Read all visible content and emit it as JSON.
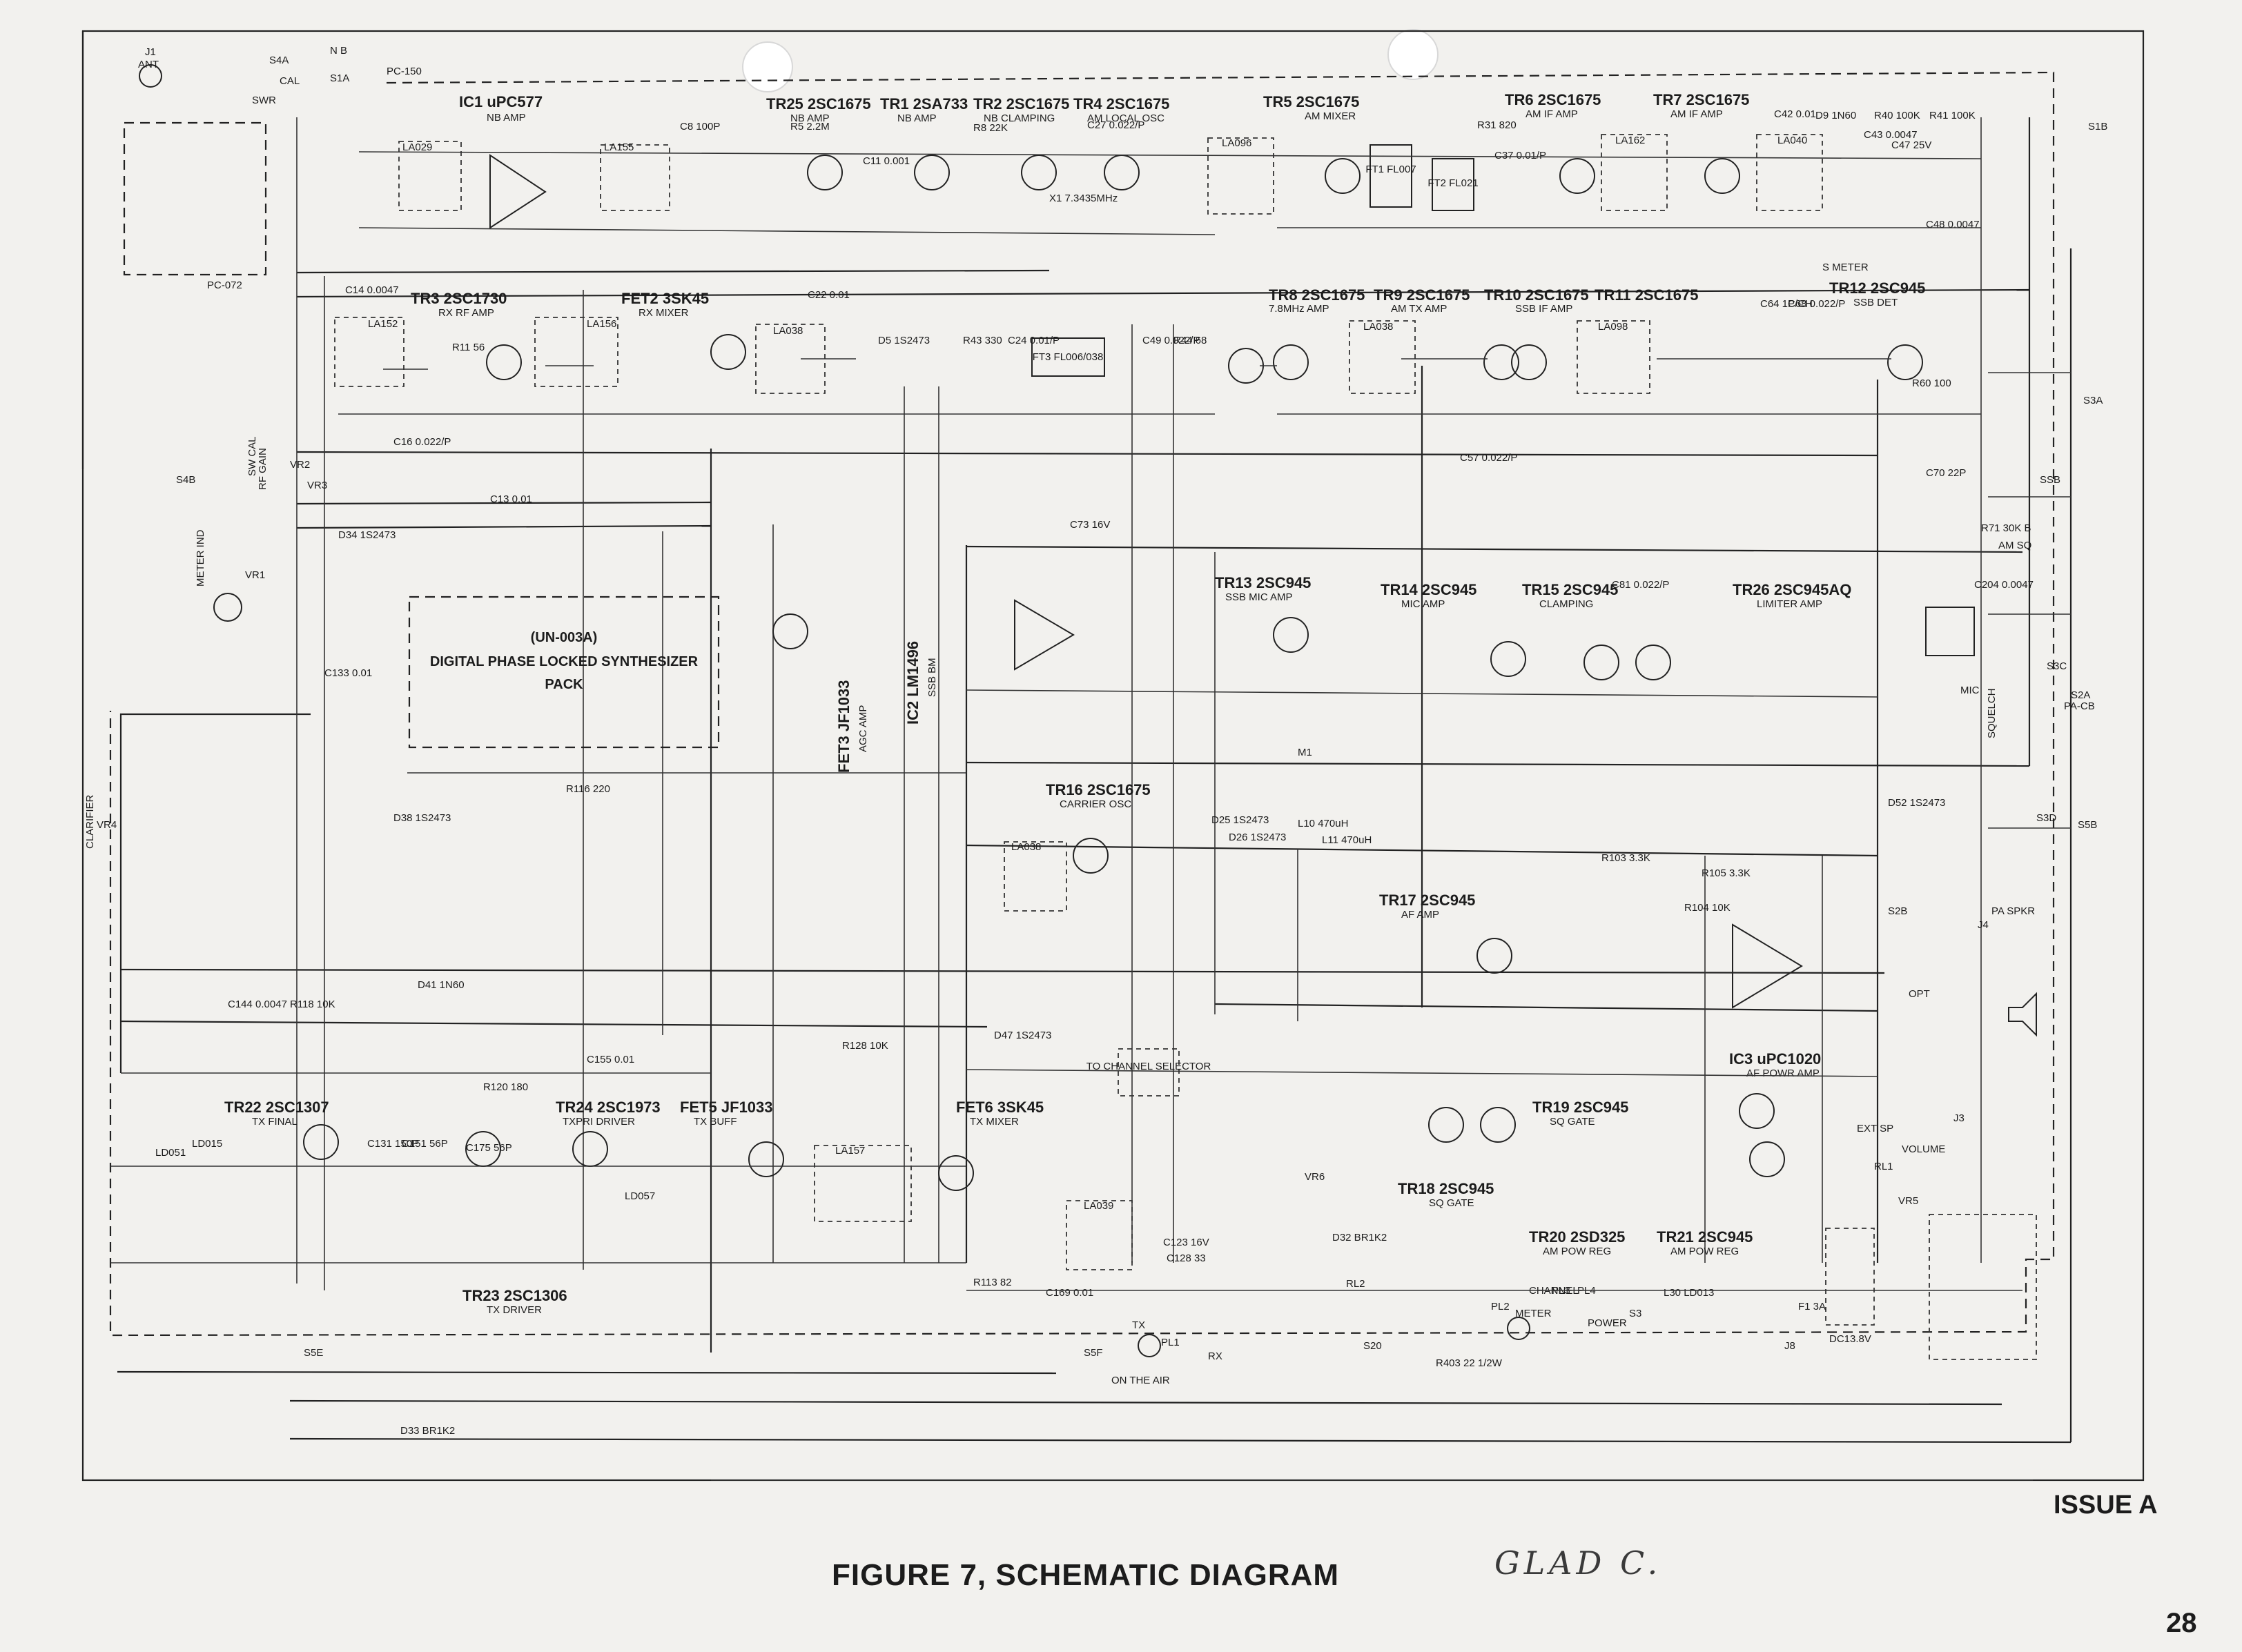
{
  "figure": {
    "caption": "FIGURE 7, SCHEMATIC DIAGRAM",
    "issue": "ISSUE A",
    "page_number": "28",
    "handwritten_note": "GLAD C."
  },
  "blocks": {
    "synth_title": "(UN-003A)",
    "synth_line1": "DIGITAL PHASE LOCKED SYNTHESIZER",
    "synth_line2": "PACK",
    "pc150": "PC-150",
    "pc072": "PC-072",
    "channel_selector": "TO CHANNEL SELECTOR",
    "on_the_air": "ON THE AIR",
    "s_meter": "S METER"
  },
  "stages": {
    "ic1": "IC1 uPC577",
    "ic1_fn": "NB AMP",
    "tr25": "TR25 2SC1675",
    "tr25_fn": "NB AMP",
    "tr1": "TR1 2SA733",
    "tr1_fn": "NB AMP",
    "tr2": "TR2 2SC1675",
    "tr2_fn": "NB CLAMPING",
    "tr4": "TR4 2SC1675",
    "tr4_fn": "AM LOCAL OSC",
    "tr5": "TR5 2SC1675",
    "tr5_fn": "AM MIXER",
    "tr6": "TR6 2SC1675",
    "tr6_fn": "AM IF AMP",
    "tr7": "TR7 2SC1675",
    "tr7_fn": "AM IF AMP",
    "tr3": "TR3 2SC1730",
    "tr3_fn": "RX RF AMP",
    "fet2": "FET2 3SK45",
    "fet2_fn": "RX MIXER",
    "tr8": "TR8 2SC1675",
    "tr8_fn": "7.8MHz AMP",
    "tr9": "TR9 2SC1675",
    "tr9_fn": "AM TX AMP",
    "tr10": "TR10 2SC1675",
    "tr10_fn": "SSB IF AMP",
    "tr11": "TR11 2SC1675",
    "tr12": "TR12 2SC945",
    "tr12_fn": "SSB DET",
    "tr13": "TR13 2SC945",
    "tr13_fn": "SSB MIC AMP",
    "tr14": "TR14 2SC945",
    "tr14_fn": "MIC AMP",
    "tr15": "TR15 2SC945",
    "tr15_fn": "CLAMPING",
    "tr26": "TR26 2SC945AQ",
    "tr26_fn": "LIMITER AMP",
    "fet3": "FET3 JF1033",
    "fet3_fn": "AGC AMP",
    "ic2": "IC2 LM1496",
    "ic2_fn": "SSB BM",
    "tr16": "TR16 2SC1675",
    "tr16_fn": "CARRIER OSC",
    "tr17": "TR17 2SC945",
    "tr17_fn": "AF AMP",
    "ic3": "IC3 uPC1020",
    "ic3_fn": "AF POWR AMP",
    "tr19": "TR19 2SC945",
    "tr19_fn": "SQ GATE",
    "tr18": "TR18 2SC945",
    "tr18_fn": "SQ GATE",
    "tr20": "TR20 2SD325",
    "tr20_fn": "AM POW REG",
    "tr21": "TR21 2SC945",
    "tr21_fn": "AM POW REG",
    "tr22": "TR22 2SC1307",
    "tr22_fn": "TX FINAL",
    "tr23": "TR23 2SC1306",
    "tr23_fn": "TX DRIVER",
    "tr24": "TR24 2SC1973",
    "tr24_fn": "TXPRI DRIVER",
    "fet5": "FET5 JF1033",
    "fet5_fn": "TX BUFF",
    "fet6": "FET6 3SK45",
    "fet6_fn": "TX MIXER"
  },
  "panel_labels": {
    "j1": "J1",
    "ant": "ANT",
    "s4a": "S4A",
    "nb": "N B",
    "s1a": "S1A",
    "swr": "SWR",
    "cal": "CAL",
    "meter_ind": "METER IND",
    "rf_gain": "RF GAIN",
    "sw_cal": "SW CAL",
    "clarifier": "CLARIFIER",
    "ssb": "SSB",
    "am_sq": "AM SQ",
    "squelch": "SQUELCH",
    "mic": "MIC",
    "pa_cb": "PA-CB",
    "pa_spkr": "PA SPKR",
    "volume": "VOLUME",
    "power": "POWER",
    "channel": "CHANNEL",
    "meter": "METER",
    "dc_in": "DC13.8V",
    "ext_sp": "EXT SP",
    "opt": "OPT",
    "rx": "RX",
    "tx": "TX",
    "s1b": "S1B",
    "s3a": "S3A",
    "s3c": "S3C",
    "s2a": "S2A",
    "s3d": "S3D",
    "s5e": "S5E",
    "s5f": "S5F",
    "s20": "S20",
    "s4b": "S4B"
  },
  "modules": {
    "ft1": "FT1 FL007",
    "ft2": "FT2 FL021",
    "ft3": "FT3 FL006/038",
    "x1": "X1 7.3435MHz"
  },
  "coils": [
    "LA029",
    "LA155",
    "LA152",
    "LA156",
    "LA038",
    "LA096",
    "LA162",
    "LA040",
    "LA038",
    "LA098",
    "LA038",
    "LA157",
    "LA039",
    "LD051",
    "LD015",
    "LD057"
  ],
  "parts": [
    "C8 100P",
    "C11 0.001",
    "R5 2.2M",
    "R8 22K",
    "C27 0.022/P",
    "R31 820",
    "C37 0.01/P",
    "C42 0.01",
    "D9 1N60",
    "R40 100K",
    "R41 100K",
    "C43 0.0047",
    "C47 25V",
    "C48 0.0047",
    "C14 0.0047",
    "R11 56",
    "C16 0.022/P",
    "C22 0.01",
    "D5 1S2473",
    "R43 330",
    "C24 0.01/P",
    "C49 0.022/P",
    "R44 68",
    "C57 0.022/P",
    "C64 1P/CH",
    "C68 0.022/P",
    "R60 100",
    "C70 22P",
    "R71 30K B",
    "D34 1S2473",
    "C13 0.01",
    "C204 0.0047",
    "D38 1S2473",
    "R116 220",
    "C144 0.0047",
    "R118 10K",
    "R120 180",
    "R128 10K",
    "D41 1N60",
    "D47 1S2473",
    "C155 0.01",
    "C175 56P",
    "C131 150P",
    "C151 56P",
    "D32 BR1K2",
    "D33 BR1K2",
    "R403 22 1/2W",
    "F1 3A",
    "C73 16V",
    "C81 0.022/P",
    "R103 3.3K",
    "R105 3.3K",
    "R104 10K",
    "C133 0.01",
    "C169 0.01",
    "R113 82",
    "C123 16V",
    "C128 33",
    "D52 1S2473",
    "D25 1S2473",
    "D26 1S2473",
    "L10 470uH",
    "L11 470uH",
    "L30 LD013",
    "PL1",
    "PL2",
    "PL3",
    "PL4",
    "J3",
    "J4",
    "J8",
    "S3",
    "S2B",
    "S5B",
    "RL1",
    "RL2",
    "VR1",
    "VR2",
    "VR3",
    "VR4",
    "VR5",
    "VR6",
    "M1"
  ]
}
